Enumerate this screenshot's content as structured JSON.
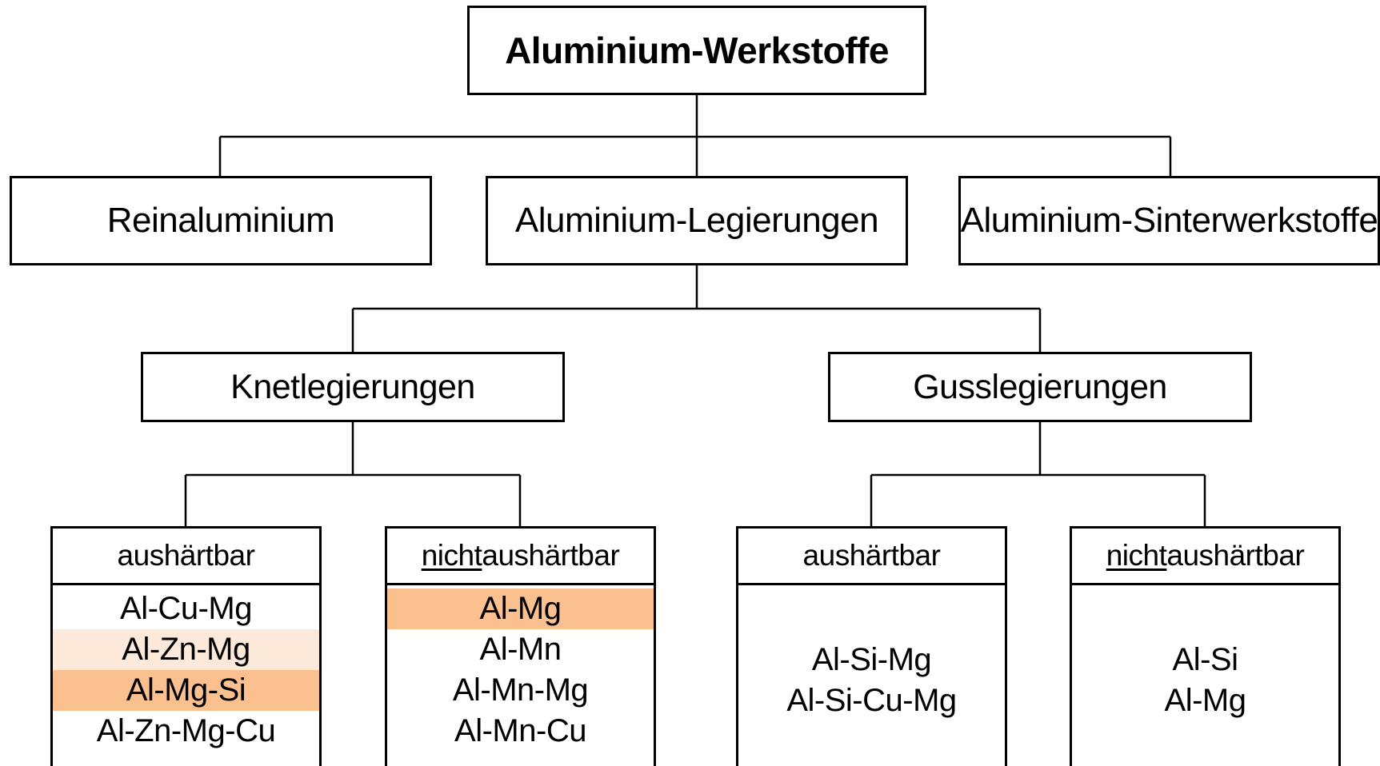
{
  "root": {
    "label": "Aluminium-Werkstoffe"
  },
  "level2": [
    {
      "label": "Reinaluminium"
    },
    {
      "label": "Aluminium-Legierungen"
    },
    {
      "label": "Aluminium-Sinterwerkstoffe"
    }
  ],
  "level3": [
    {
      "label": "Knetlegierungen"
    },
    {
      "label": "Gusslegierungen"
    }
  ],
  "groups": [
    {
      "header_prefix": "",
      "header_text": "aushärtbar",
      "items": [
        {
          "label": "Al-Cu-Mg",
          "highlight": "#ffffff"
        },
        {
          "label": "Al-Zn-Mg",
          "highlight": "#fde9d9"
        },
        {
          "label": "Al-Mg-Si",
          "highlight": "#fac090"
        },
        {
          "label": "Al-Zn-Mg-Cu",
          "highlight": "#ffffff"
        }
      ]
    },
    {
      "header_prefix": "nicht",
      "header_text": " aushärtbar",
      "items": [
        {
          "label": "Al-Mg",
          "highlight": "#fac090"
        },
        {
          "label": "Al-Mn",
          "highlight": "#ffffff"
        },
        {
          "label": "Al-Mn-Mg",
          "highlight": "#ffffff"
        },
        {
          "label": "Al-Mn-Cu",
          "highlight": "#ffffff"
        }
      ]
    },
    {
      "header_prefix": "",
      "header_text": "aushärtbar",
      "items": [
        {
          "label": "Al-Si-Mg",
          "highlight": "#ffffff"
        },
        {
          "label": "Al-Si-Cu-Mg",
          "highlight": "#ffffff"
        }
      ]
    },
    {
      "header_prefix": "nicht",
      "header_text": " aushärtbar",
      "items": [
        {
          "label": "Al-Si",
          "highlight": "#ffffff"
        },
        {
          "label": "Al-Mg",
          "highlight": "#ffffff"
        }
      ]
    }
  ],
  "colors": {
    "line": "#000000",
    "highlight_strong": "#fac090",
    "highlight_light": "#fde9d9"
  }
}
